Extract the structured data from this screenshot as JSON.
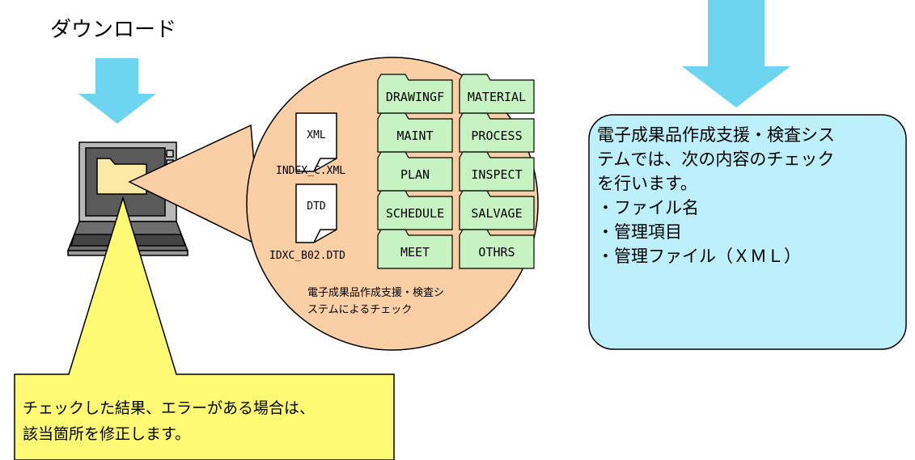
{
  "download_label": "ダウンロード",
  "files": [
    {
      "icon_text": "XML",
      "file_name": "INDEX_C.XML"
    },
    {
      "icon_text": "DTD",
      "file_name": "IDXC_B02.DTD"
    }
  ],
  "folders": {
    "left": [
      "DRAWINGF",
      "MAINT",
      "PLAN",
      "SCHEDULE",
      "MEET"
    ],
    "right": [
      "MATERIAL",
      "PROCESS",
      "INSPECT",
      "SALVAGE",
      "OTHRS"
    ]
  },
  "circle_caption": [
    "電子成果品作成支援・検査シ",
    "ステムによるチェック"
  ],
  "info_box": {
    "lines": [
      "電子成果品作成支援・検査シス",
      "テムでは、次の内容のチェック",
      "を行います。"
    ],
    "items": [
      "・ファイル名",
      "・管理項目",
      "・管理ファイル（ＸＭＬ）"
    ]
  },
  "note": {
    "lines": [
      "チェックした結果、エラーがある場合は、",
      "該当箇所を修正します。"
    ]
  },
  "colors": {
    "arrow": "#6dd5ef",
    "circle_fill": "#fbcfa6",
    "folder_fill": "#c7f2c2",
    "info_box_fill": "#bdf0fb",
    "note_fill": "#fffa74"
  }
}
